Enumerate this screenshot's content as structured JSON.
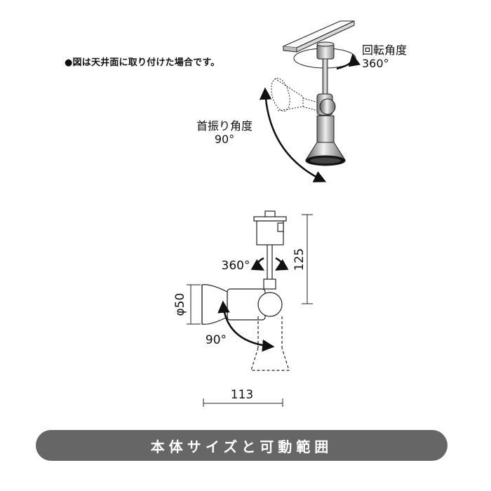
{
  "note": "●図は天井面に取り付けた場合です。",
  "top_view": {
    "rotation_label": "回転角度",
    "rotation_value": "360°",
    "swing_label": "首振り角度",
    "swing_value": "90°"
  },
  "dimensions": {
    "height": "125",
    "diameter": "φ50",
    "width": "113",
    "rotation": "360°",
    "swing": "90°"
  },
  "banner": "本体サイズと可動範囲"
}
